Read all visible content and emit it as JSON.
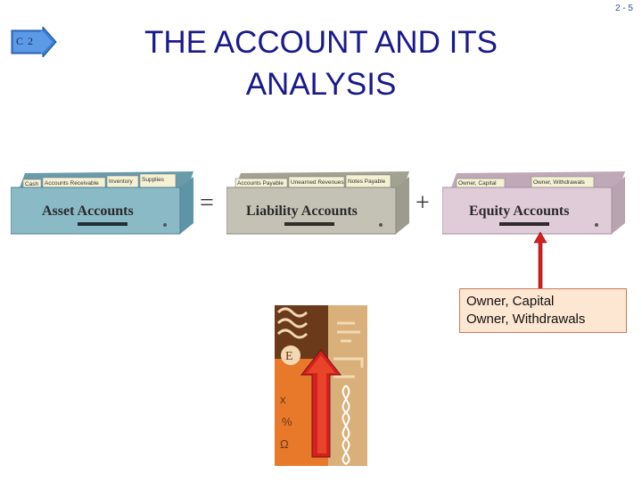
{
  "slide": {
    "page_number": "2 - 5",
    "chapter_badge": "C 2",
    "title_line1": "THE ACCOUNT AND ITS",
    "title_line2": "ANALYSIS"
  },
  "boxes": {
    "asset": {
      "label": "Asset Accounts",
      "tabs": [
        "Cash",
        "Accounts Receivable",
        "Inventory",
        "Supplies"
      ],
      "color": "#8bbac7"
    },
    "liability": {
      "label": "Liability Accounts",
      "tabs": [
        "Accounts Payable",
        "Unearned Revenues",
        "Notes Payable"
      ],
      "color": "#c4c2b4"
    },
    "equity": {
      "label": "Equity Accounts",
      "tabs": [
        "Owner, Capital",
        "Owner, Withdrawals"
      ],
      "color": "#e0ccd9"
    }
  },
  "operators": {
    "equals": "=",
    "plus": "+"
  },
  "callout": {
    "line1": "Owner, Capital",
    "line2": "Owner, Withdrawals"
  },
  "colors": {
    "title": "#1a1a8c",
    "badge_fill": "#3b7ed6",
    "arrow": "#d42020",
    "callout_fill": "#fde6d2"
  },
  "icons": {
    "badge": "blue-arrow-tag",
    "clipart": "orange-stylized-art-with-red-up-arrow"
  }
}
